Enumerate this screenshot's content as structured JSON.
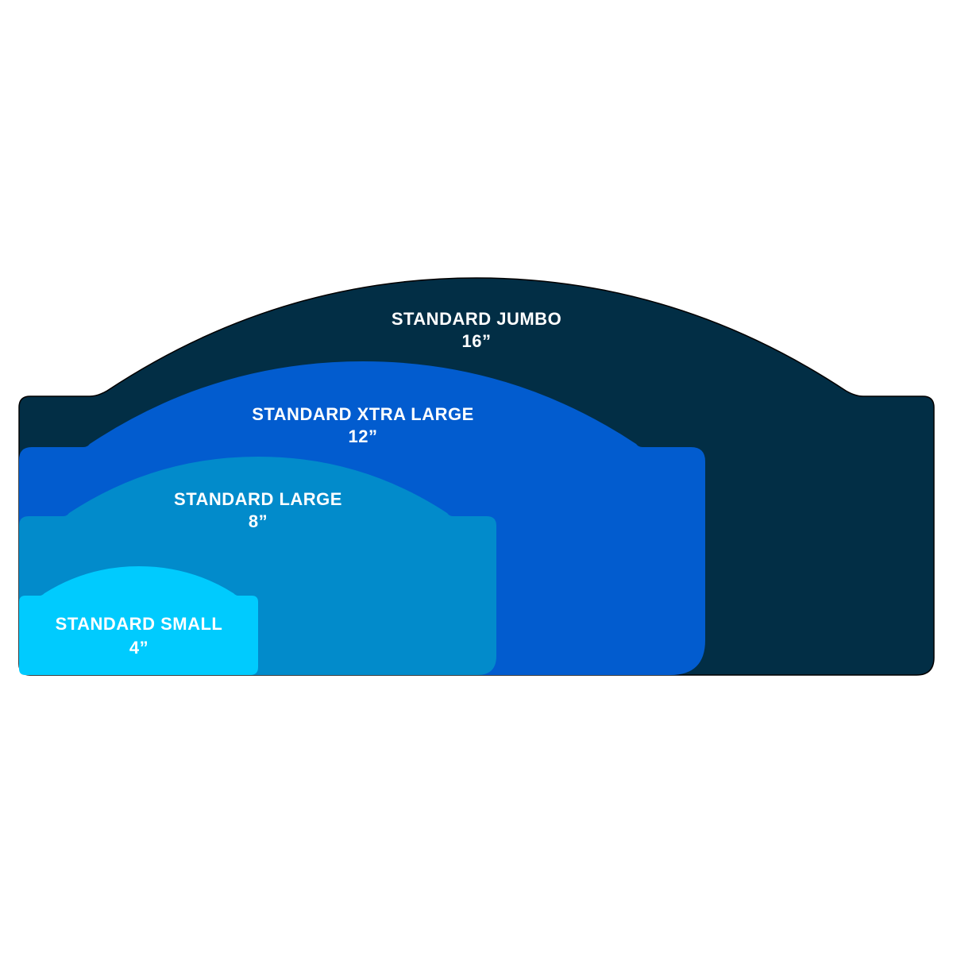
{
  "signs": [
    {
      "name": "STANDARD JUMBO",
      "size": "16”",
      "color": "#022e45"
    },
    {
      "name": "STANDARD XTRA LARGE",
      "size": "12”",
      "color": "#025ccf"
    },
    {
      "name": "STANDARD LARGE",
      "size": "8”",
      "color": "#028bcb"
    },
    {
      "name": "STANDARD SMALL",
      "size": "4”",
      "color": "#00cbfe"
    }
  ]
}
